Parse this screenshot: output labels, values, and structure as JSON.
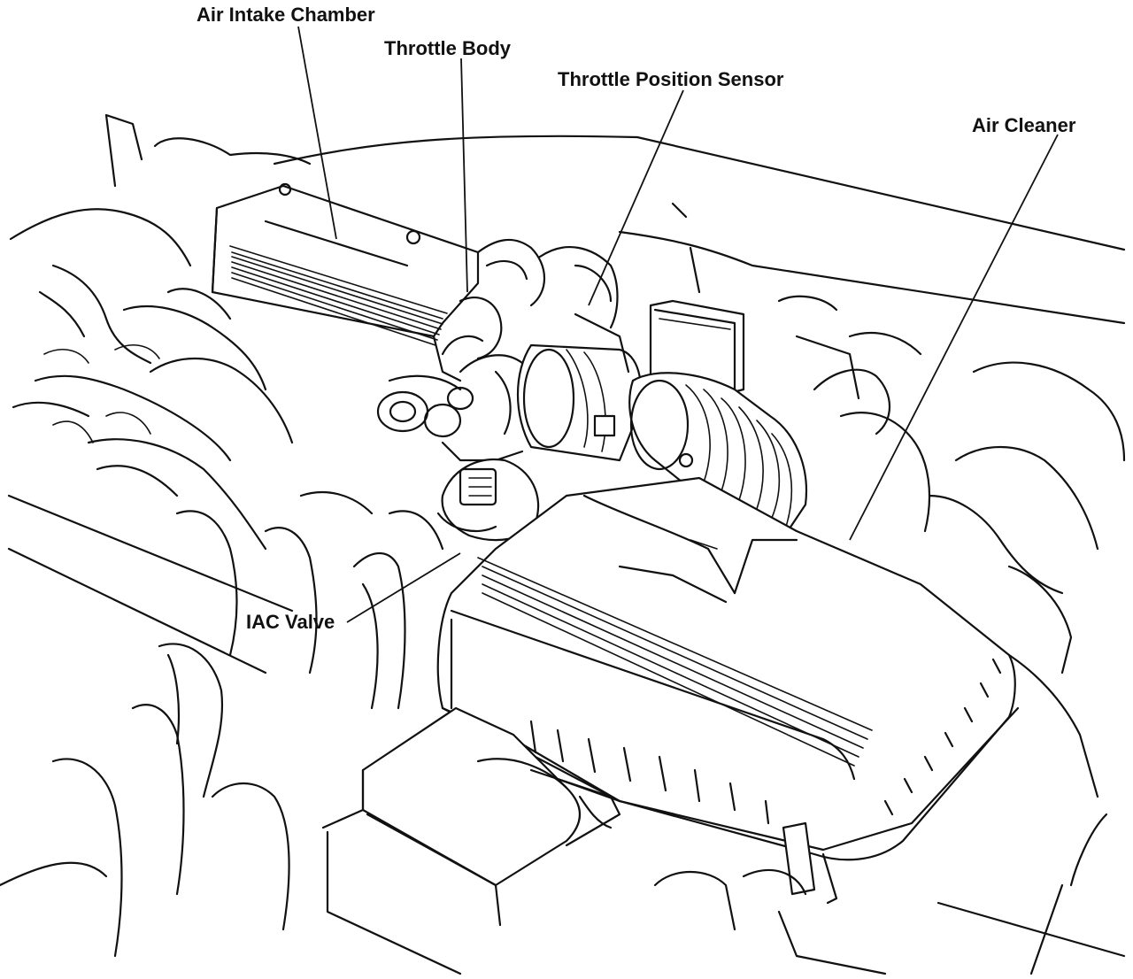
{
  "labels": {
    "air_intake_chamber": "Air Intake Chamber",
    "throttle_body": "Throttle Body",
    "throttle_position_sensor": "Throttle Position Sensor",
    "air_cleaner": "Air Cleaner",
    "iac_valve": "IAC Valve"
  }
}
